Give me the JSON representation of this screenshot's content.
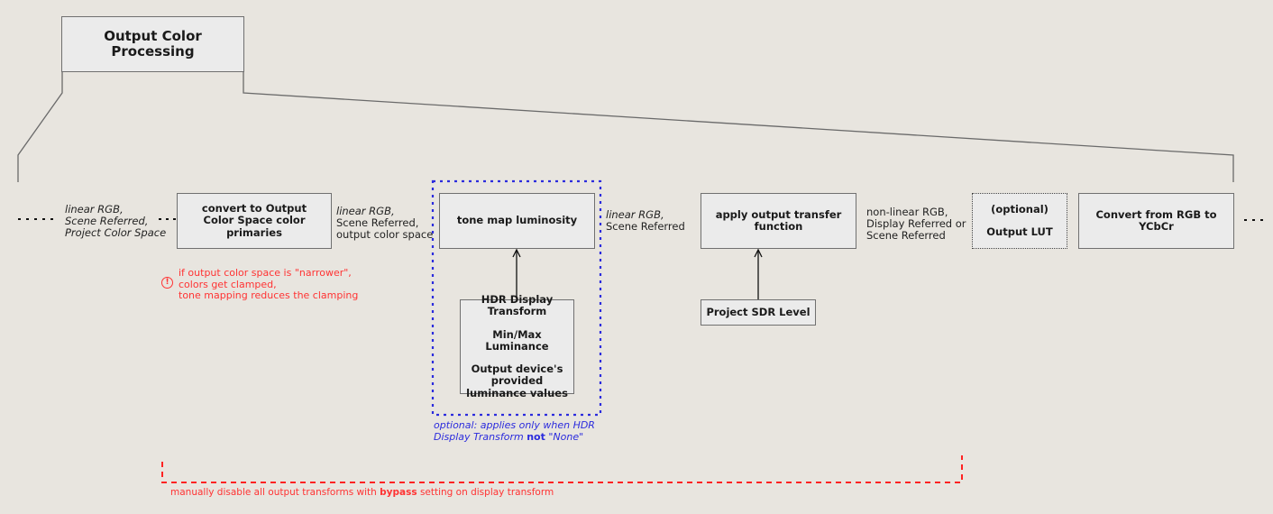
{
  "title": "Output Color Processing",
  "nodes": {
    "convert_primaries": "convert to Output Color Space color primaries",
    "tone_map": "tone map luminosity",
    "transfer_function": "apply output transfer function",
    "output_lut_optional": "(optional)",
    "output_lut": "Output LUT",
    "ycbcr": "Convert from RGB to YCbCr",
    "sdr_level": "Project SDR Level",
    "hdr_transform": {
      "line1": "HDR Display Transform",
      "line2": "Min/Max Luminance",
      "line3": "Output device's provided luminance values"
    }
  },
  "edge_labels": {
    "input": [
      "linear RGB,",
      "Scene Referred,",
      "Project Color Space"
    ],
    "after_convert": [
      "linear RGB,",
      "Scene Referred,",
      "output color space"
    ],
    "after_tonemap": [
      "linear RGB,",
      "Scene Referred"
    ],
    "after_transfer": [
      "non-linear RGB,",
      "Display Referred or",
      "Scene Referred"
    ]
  },
  "notes": {
    "warning": [
      "if output color space is \"narrower\",",
      "colors get clamped,",
      "tone mapping reduces the clamping"
    ],
    "optional_prefix": "optional: applies only when HDR Display Transform ",
    "optional_bold": "not",
    "optional_suffix": " \"None\"",
    "bypass_prefix": "manually disable all output transforms with ",
    "bypass_bold": "bypass",
    "bypass_suffix": " setting on display transform"
  },
  "colors": {
    "background": "#e8e5df",
    "box_fill": "#ebebeb",
    "warning_red": "#ff3333",
    "optional_blue": "#2b2bdd"
  },
  "icons": {
    "warning": "exclamation-circle-icon",
    "warning_glyph": "!"
  }
}
